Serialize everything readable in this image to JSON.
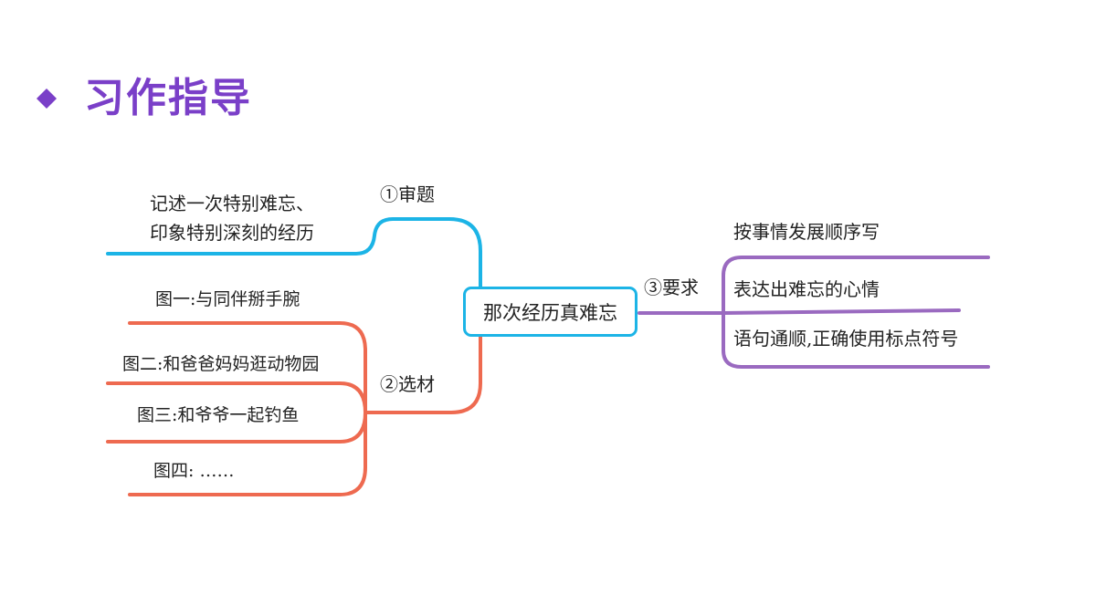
{
  "heading": {
    "title": "习作指导",
    "accent_color": "#7a3fc8"
  },
  "mindmap": {
    "center": "那次经历真难忘",
    "colors": {
      "blue": "#1cb4e6",
      "red": "#ee6a50",
      "purple": "#9a6ac0"
    },
    "branches": {
      "review": {
        "label": "①审题",
        "items": [
          "记述一次特别难忘、",
          "印象特别深刻的经历"
        ]
      },
      "material": {
        "label": "②选材",
        "items": [
          "图一:与同伴掰手腕",
          "图二:和爸爸妈妈逛动物园",
          "图三:和爷爷一起钓鱼",
          "图四:  ……"
        ]
      },
      "requirement": {
        "label": "③要求",
        "items": [
          "按事情发展顺序写",
          "表达出难忘的心情",
          "语句通顺,正确使用标点符号"
        ]
      }
    }
  }
}
